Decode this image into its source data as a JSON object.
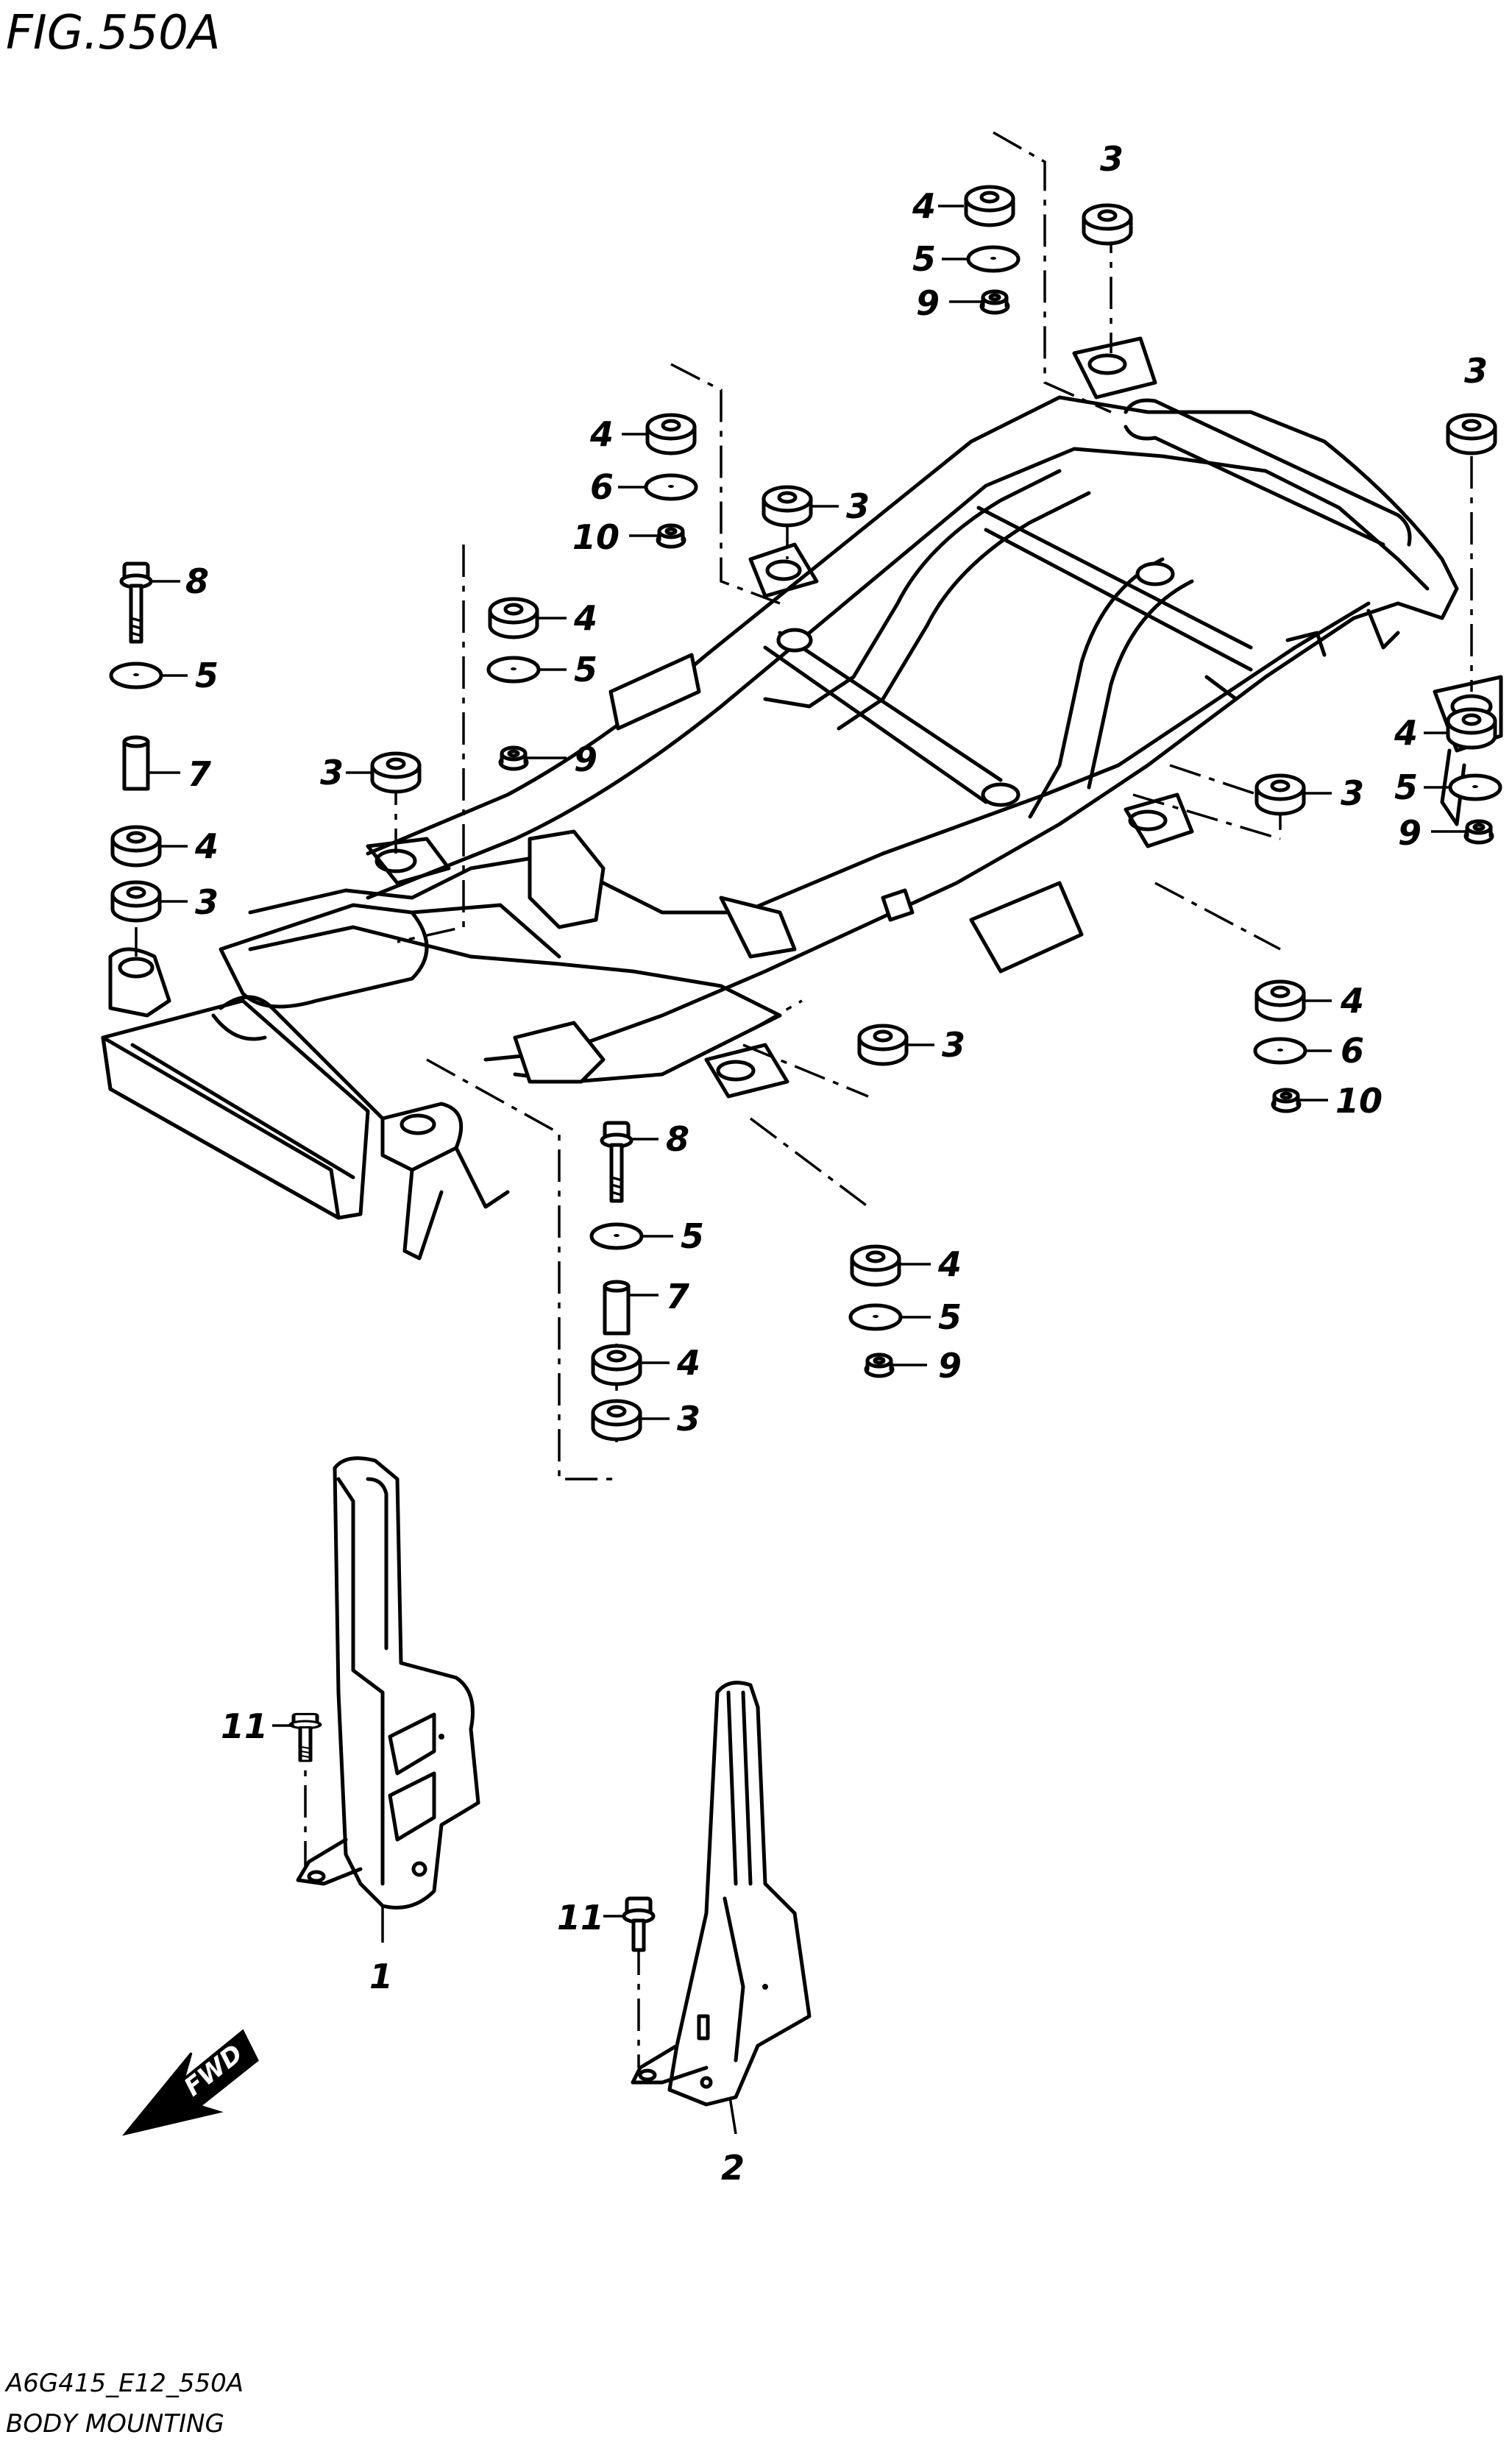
{
  "figure": {
    "title": "FIG.550A"
  },
  "footer": {
    "code": "A6G415_E12_550A",
    "name": "BODY MOUNTING"
  },
  "fwd_label": "FWD",
  "callouts": {
    "r1": [
      "4",
      "5",
      "9",
      "3"
    ],
    "r2": [
      "3"
    ],
    "r3": [
      "4",
      "6",
      "10",
      "3"
    ],
    "r4": [
      "4",
      "5",
      "9",
      "3"
    ],
    "r5": [
      "8",
      "5",
      "7",
      "4",
      "3"
    ],
    "r6": [
      "4",
      "5",
      "9",
      "3"
    ],
    "r7": [
      "4",
      "6",
      "10",
      "3"
    ],
    "r8": [
      "8",
      "5",
      "7",
      "4",
      "3"
    ],
    "r9": [
      "4",
      "5",
      "9",
      "3"
    ],
    "brackets": [
      "11",
      "1",
      "11",
      "2"
    ]
  }
}
